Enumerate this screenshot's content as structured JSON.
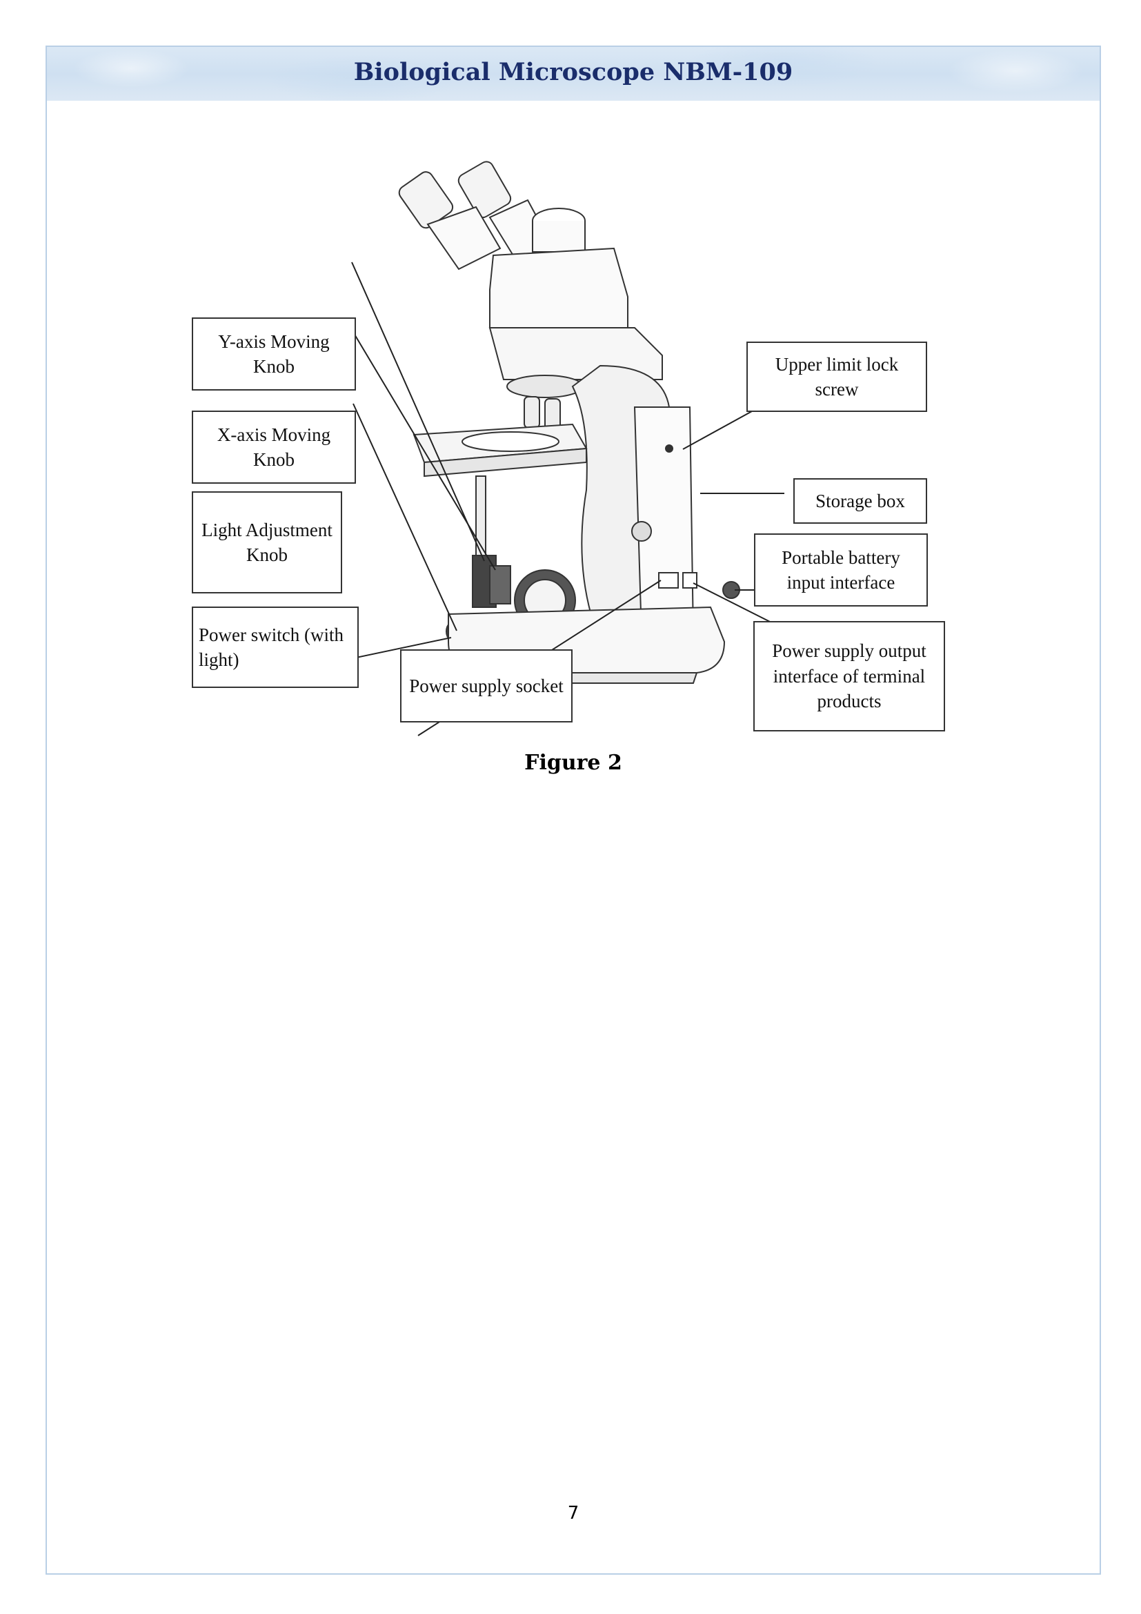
{
  "header": {
    "title": "Biological Microscope NBM-109"
  },
  "figure": {
    "caption": "Figure 2",
    "labels": {
      "y_axis": "Y-axis Moving Knob",
      "x_axis": "X-axis Moving Knob",
      "light_adjustment": "Light Adjustment Knob",
      "power_switch": "Power switch (with light)",
      "power_supply_socket": "Power supply socket",
      "upper_limit": "Upper limit lock screw",
      "storage_box": "Storage box",
      "portable_battery": "Portable battery input interface",
      "power_output": "Power supply output interface of terminal products"
    }
  },
  "footer": {
    "page_number": "7"
  }
}
